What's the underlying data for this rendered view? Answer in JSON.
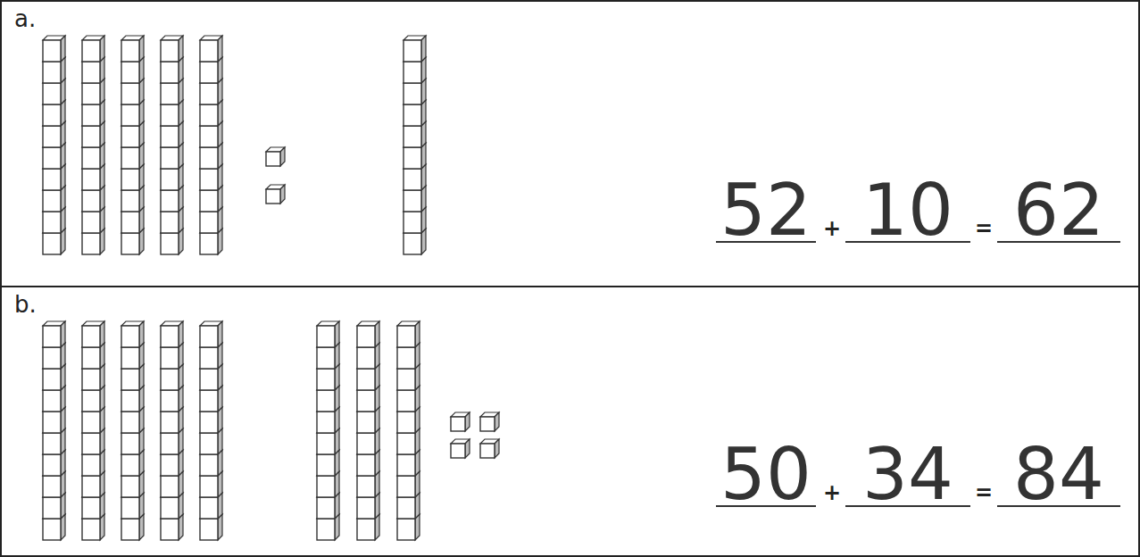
{
  "diagram": {
    "nodes": [
      {
        "text": [
          "a.",
          "52",
          "+",
          "10",
          "=",
          "62"
        ]
      },
      {
        "text": [
          "b.",
          "50",
          "+",
          "34",
          "=",
          "84"
        ]
      }
    ]
  }
}
